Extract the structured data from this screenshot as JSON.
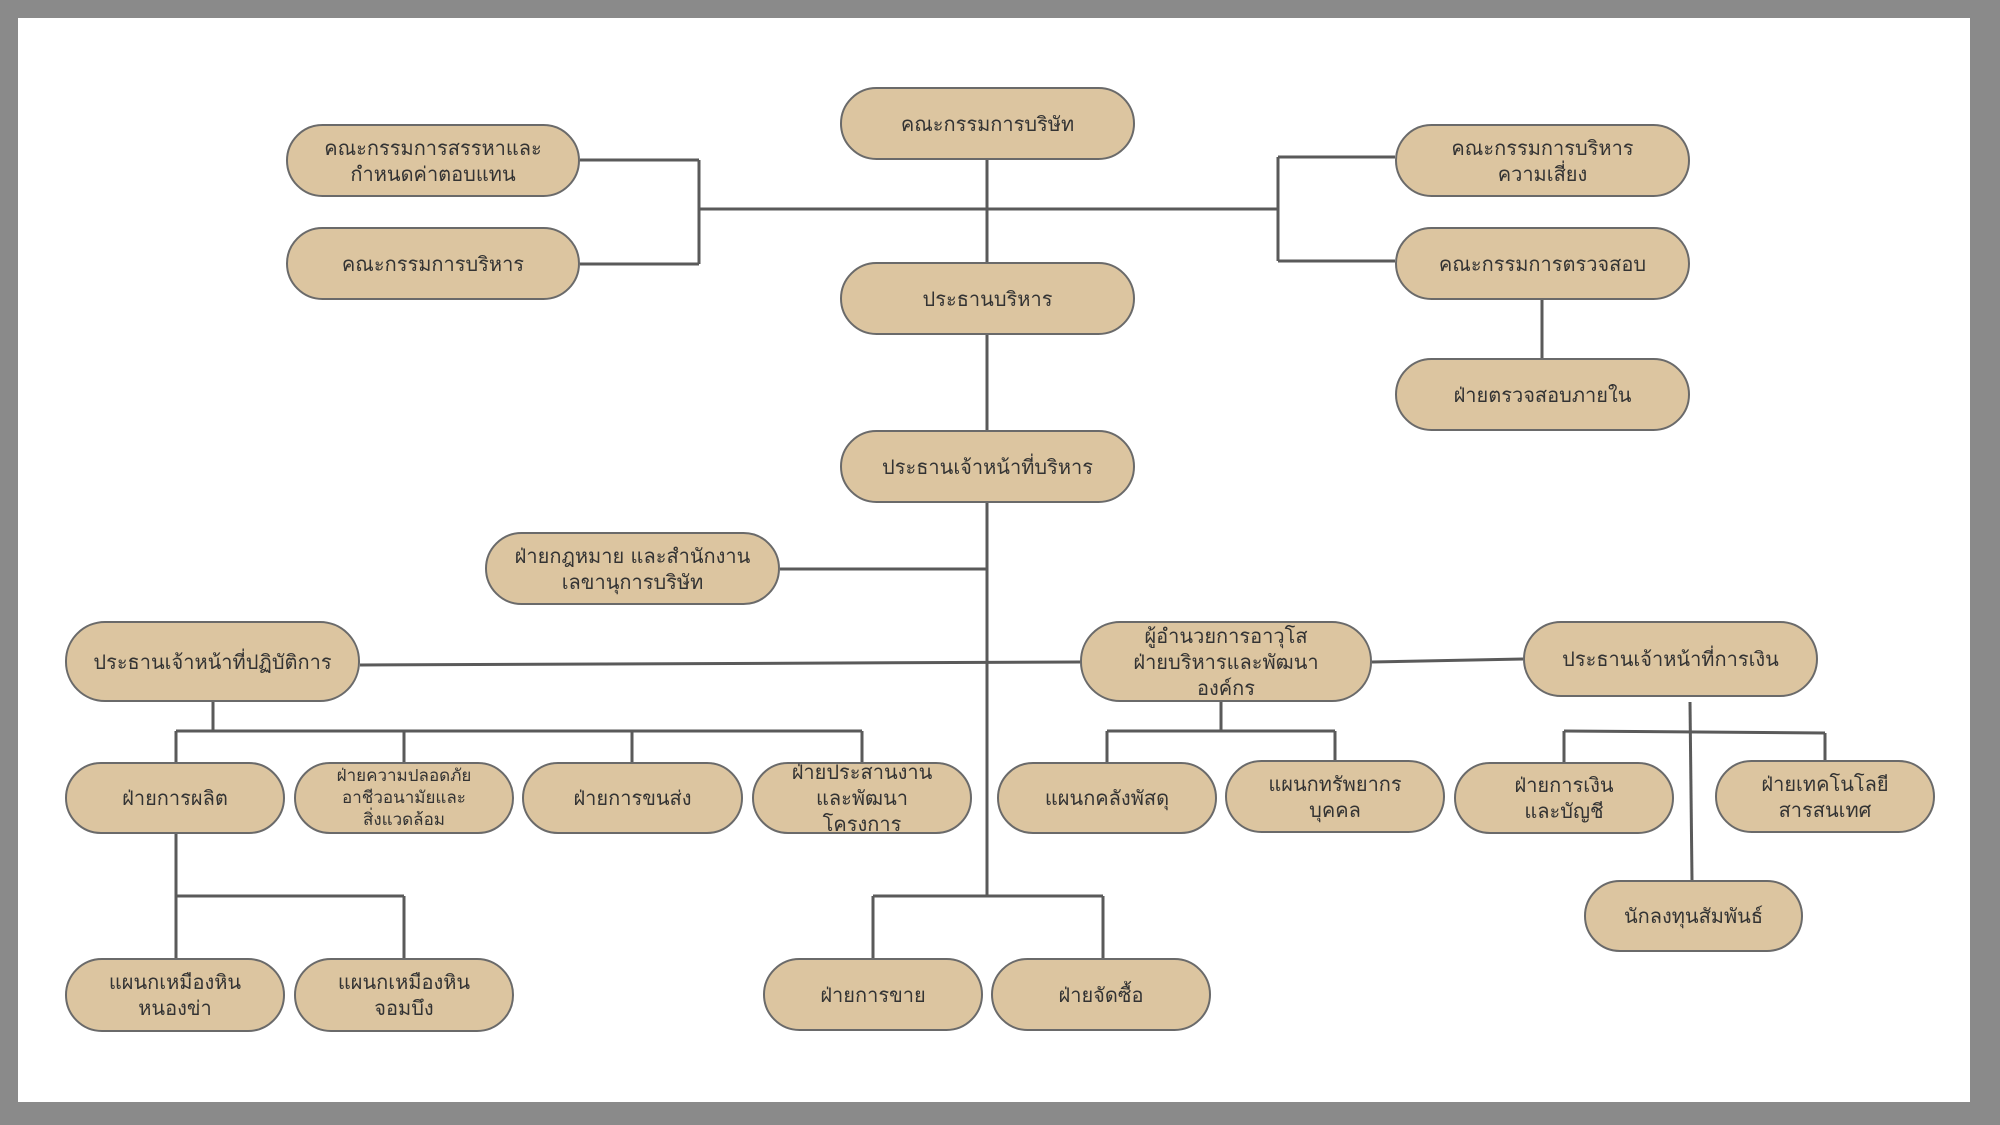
{
  "diagram": {
    "nodes": [
      {
        "id": "board",
        "label": "คณะกรรมการบริษัท"
      },
      {
        "id": "nomination",
        "label": "คณะกรรมการสรรหาและ\nกำหนดค่าตอบแทน"
      },
      {
        "id": "executive-committee",
        "label": "คณะกรรมการบริหาร"
      },
      {
        "id": "risk-committee",
        "label": "คณะกรรมการบริหาร\nความเสี่ยง"
      },
      {
        "id": "audit-committee",
        "label": "คณะกรรมการตรวจสอบ"
      },
      {
        "id": "internal-audit",
        "label": "ฝ่ายตรวจสอบภายใน"
      },
      {
        "id": "executive-chairman",
        "label": "ประธานบริหาร"
      },
      {
        "id": "ceo",
        "label": "ประธานเจ้าหน้าที่บริหาร"
      },
      {
        "id": "legal",
        "label": "ฝ่ายกฎหมาย และสำนักงาน\nเลขานุการบริษัท"
      },
      {
        "id": "coo",
        "label": "ประธานเจ้าหน้าที่ปฏิบัติการ"
      },
      {
        "id": "senior-director",
        "label": "ผู้อำนวยการอาวุโส\nฝ่ายบริหารและพัฒนา\nองค์กร"
      },
      {
        "id": "cfo",
        "label": "ประธานเจ้าหน้าที่การเงิน"
      },
      {
        "id": "production",
        "label": "ฝ่ายการผลิต"
      },
      {
        "id": "safety",
        "label": "ฝ่ายความปลอดภัย\nอาชีวอนามัยและ\nสิ่งแวดล้อม"
      },
      {
        "id": "transport",
        "label": "ฝ่ายการขนส่ง"
      },
      {
        "id": "coordination",
        "label": "ฝ่ายประสานงาน\nและพัฒนา\nโครงการ"
      },
      {
        "id": "warehouse",
        "label": "แผนกคลังพัสดุ"
      },
      {
        "id": "hr",
        "label": "แผนกทรัพยากร\nบุคคล"
      },
      {
        "id": "finance-accounting",
        "label": "ฝ่ายการเงิน\nและบัญชี"
      },
      {
        "id": "it",
        "label": "ฝ่ายเทคโนโลยี\nสารสนเทศ"
      },
      {
        "id": "investor-relations",
        "label": "นักลงทุนสัมพันธ์"
      },
      {
        "id": "quarry-nongkha",
        "label": "แผนกเหมืองหิน\nหนองข่า"
      },
      {
        "id": "quarry-chombueng",
        "label": "แผนกเหมืองหิน\nจอมบึง"
      },
      {
        "id": "sales",
        "label": "ฝ่ายการขาย"
      },
      {
        "id": "procurement",
        "label": "ฝ่ายจัดซื้อ"
      }
    ]
  }
}
